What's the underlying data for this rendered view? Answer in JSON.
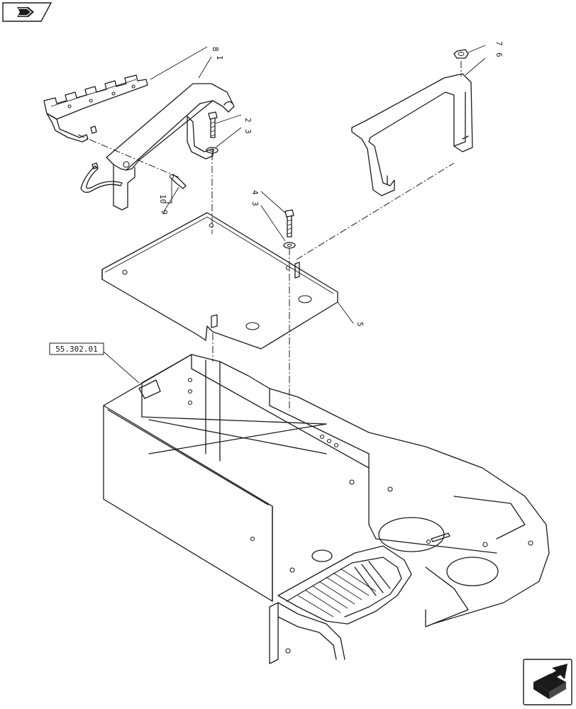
{
  "reference_box": {
    "text": "55.302.01"
  },
  "callouts": [
    {
      "id": "1",
      "label": "1"
    },
    {
      "id": "2",
      "label": "2"
    },
    {
      "id": "3a",
      "label": "3"
    },
    {
      "id": "3b",
      "label": "3"
    },
    {
      "id": "4",
      "label": "4"
    },
    {
      "id": "5",
      "label": "5"
    },
    {
      "id": "6",
      "label": "6"
    },
    {
      "id": "7",
      "label": "7"
    },
    {
      "id": "8",
      "label": "8"
    },
    {
      "id": "9",
      "label": "9"
    },
    {
      "id": "10",
      "label": "10"
    }
  ],
  "nav": {
    "top_icon": "back-arrow-icon",
    "bottom_icon": "next-page-arrow-icon"
  }
}
